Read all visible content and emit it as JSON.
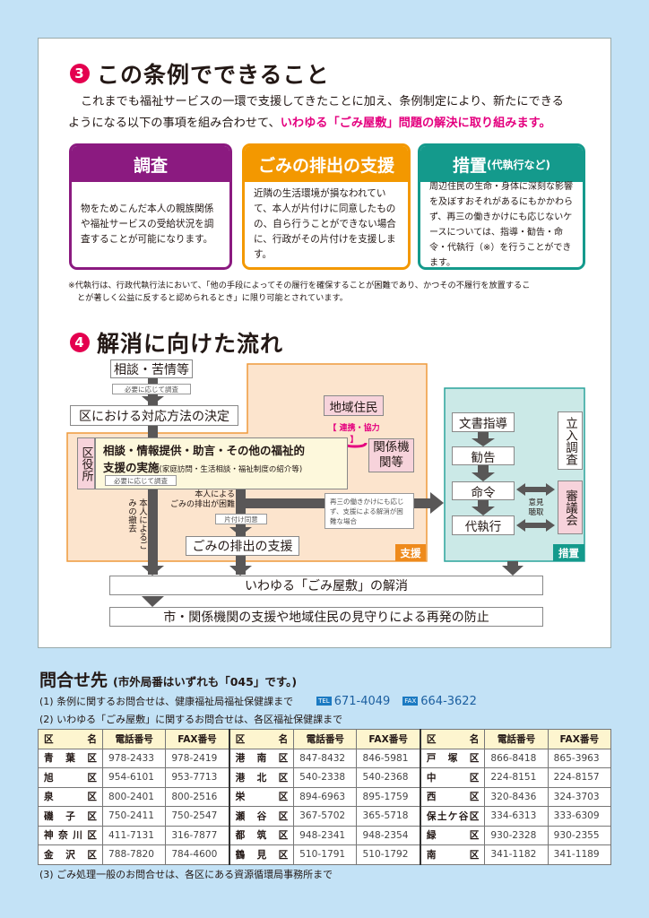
{
  "section3": {
    "num": "3",
    "title": "この条例でできること",
    "intro1": "これまでも福祉サービスの一環で支援してきたことに加え、条例制定により、新たにできる",
    "intro2_plain": "ようになる以下の事項を組み合わせて、",
    "intro2_highlight": "いわゆる「ごみ屋敷」問題の解決に取り組みます。",
    "cards": [
      {
        "title": "調査",
        "subtitle": "",
        "body": "物をためこんだ本人の親族関係や福祉サービスの受給状況を調査することが可能になります。",
        "color": "#8b1a80"
      },
      {
        "title": "ごみの排出の支援",
        "subtitle": "",
        "body": "近隣の生活環境が損なわれていて、本人が片付けに同意したものの、自ら行うことができない場合に、行政がその片付けを支援します。",
        "color": "#f39800"
      },
      {
        "title": "措置",
        "subtitle": "(代執行など)",
        "body": "周辺住民の生命・身体に深刻な影響を及ぼすおそれがあるにもかかわらず、再三の働きかけにも応じないケースについては、指導・勧告・命令・代執行（※）を行うことができます。",
        "color": "#149a8c"
      }
    ],
    "footnote1": "※代執行は、行政代執行法において、「他の手段によってその履行を確保することが困難であり、かつその不履行を放置するこ",
    "footnote2": "とが著しく公益に反すると認められるとき」に限り可能とされています。"
  },
  "section4": {
    "num": "4",
    "title": "解消に向けた流れ",
    "consult": "相談・苦情等",
    "investigate_if_needed": "必要に応じて調査",
    "decision": "区における対応方法の決定",
    "residents": "地域住民",
    "cooperation": "連携・協力",
    "agencies": "関係機関等",
    "ward_office": "区役所",
    "support_line1": "相談・情報提供・助言・その他の福祉的",
    "support_line2": "支援の実施",
    "support_detail": "(家庭訪問・生活相談・福祉制度の紹介等)",
    "investigate_if_needed2": "必要に応じて調査",
    "self_removal": "本人によるごみの撤去",
    "difficult": "本人による\nごみの排出が困難",
    "consent": "片付け同意",
    "waste_support": "ごみの排出の支援",
    "escalation_note": "再三の働きかけにも応じず、支援による解消が困難な場合",
    "support_tag": "支援",
    "written_guidance": "文書指導",
    "advice": "勧告",
    "order": "命令",
    "execution": "代執行",
    "onsite": "立入調査",
    "council": "審議会",
    "hearing": "意見聴取",
    "measures_tag": "措置",
    "resolved": "いわゆる「ごみ屋敷」の解消",
    "prevention": "市・関係機関の支援や地域住民の見守りによる再発の防止"
  },
  "contact": {
    "title": "問合せ先",
    "subtitle": "(市外局番はいずれも「045」です。)",
    "item1": "(1) 条例に関するお問合せは、健康福祉局福祉保健課まで",
    "tel_label": "TEL",
    "tel": "671-4049",
    "fax_label": "FAX",
    "fax": "664-3622",
    "item2": "(2) いわゆる「ごみ屋敷」に関するお問合せは、各区福祉保健課まで",
    "headers": [
      "区　名",
      "電話番号",
      "FAX番号"
    ],
    "rows": [
      [
        [
          "青葉区",
          "978-2433",
          "978-2419"
        ],
        [
          "港南区",
          "847-8432",
          "846-5981"
        ],
        [
          "戸塚区",
          "866-8418",
          "865-3963"
        ]
      ],
      [
        [
          "旭区",
          "954-6101",
          "953-7713"
        ],
        [
          "港北区",
          "540-2338",
          "540-2368"
        ],
        [
          "中区",
          "224-8151",
          "224-8157"
        ]
      ],
      [
        [
          "泉区",
          "800-2401",
          "800-2516"
        ],
        [
          "栄区",
          "894-6963",
          "895-1759"
        ],
        [
          "西区",
          "320-8436",
          "324-3703"
        ]
      ],
      [
        [
          "磯子区",
          "750-2411",
          "750-2547"
        ],
        [
          "瀬谷区",
          "367-5702",
          "365-5718"
        ],
        [
          "保土ケ谷区",
          "334-6313",
          "333-6309"
        ]
      ],
      [
        [
          "神奈川区",
          "411-7131",
          "316-7877"
        ],
        [
          "都筑区",
          "948-2341",
          "948-2354"
        ],
        [
          "緑区",
          "930-2328",
          "930-2355"
        ]
      ],
      [
        [
          "金沢区",
          "788-7820",
          "784-4600"
        ],
        [
          "鶴見区",
          "510-1791",
          "510-1792"
        ],
        [
          "南区",
          "341-1182",
          "341-1189"
        ]
      ]
    ],
    "item3": "(3) ごみ処理一般のお問合せは、各区にある資源循環局事務所まで"
  }
}
